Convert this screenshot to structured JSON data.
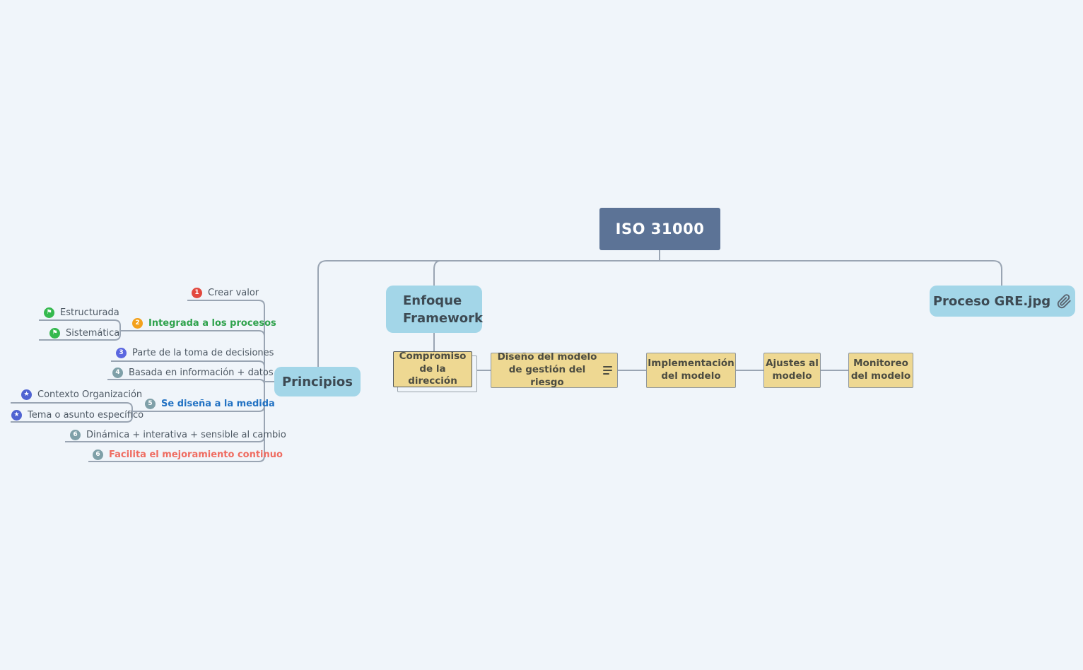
{
  "canvas": {
    "background": "#f0f5fa",
    "connector_color": "#9aa5b3"
  },
  "root": {
    "label": "ISO 31000",
    "bg": "#5c7396"
  },
  "nodes": {
    "principios": {
      "label": "Principios",
      "bg": "#a3d6e8"
    },
    "enfoque": {
      "label": "Enfoque Framework",
      "bg": "#a3d6e8"
    },
    "proceso": {
      "label": "Proceso GRE.jpg",
      "icon": "paperclip-icon",
      "bg": "#a3d6e8"
    }
  },
  "principles": [
    {
      "label": "Crear valor",
      "icon_text": "1",
      "icon_color": "#e2483e"
    },
    {
      "label": "Integrada a los procesos",
      "icon_text": "2",
      "icon_color": "#f3a11c",
      "text_color": "#2fa24c"
    },
    {
      "label": "Parte de la toma de decisiones",
      "icon_text": "3",
      "icon_color": "#5b67e0"
    },
    {
      "label": "Basada en información + datos",
      "icon_text": "4",
      "icon_color": "#7fa0a8"
    },
    {
      "label": "Se diseña a la medida",
      "icon_text": "5",
      "icon_color": "#7fa0a8",
      "text_color": "#2272c3"
    },
    {
      "label": "Dinámica + interativa + sensible al cambio",
      "icon_text": "6",
      "icon_color": "#7fa0a8"
    },
    {
      "label": "Facilita el mejoramiento continuo",
      "icon_text": "6",
      "icon_color": "#7fa0a8",
      "text_color": "#ef6c61"
    }
  ],
  "sub_items": {
    "integrada": [
      {
        "label": "Estructurada",
        "icon_text": "⚑",
        "icon_color": "#35b94e"
      },
      {
        "label": "Sistemática",
        "icon_text": "⚑",
        "icon_color": "#35b94e"
      }
    ],
    "se_disena": [
      {
        "label": "Contexto Organización",
        "icon_text": "★",
        "icon_color": "#4f63d2"
      },
      {
        "label": "Tema o asunto específico",
        "icon_text": "★",
        "icon_color": "#4f63d2"
      }
    ]
  },
  "framework_steps": [
    {
      "label": "Compromiso de la dirección"
    },
    {
      "label": "Diseño del modelo de gestión del riesgo",
      "icon": "notes-icon"
    },
    {
      "label": "Implementación del modelo"
    },
    {
      "label": "Ajustes al modelo"
    },
    {
      "label": "Monitoreo del modelo"
    }
  ]
}
